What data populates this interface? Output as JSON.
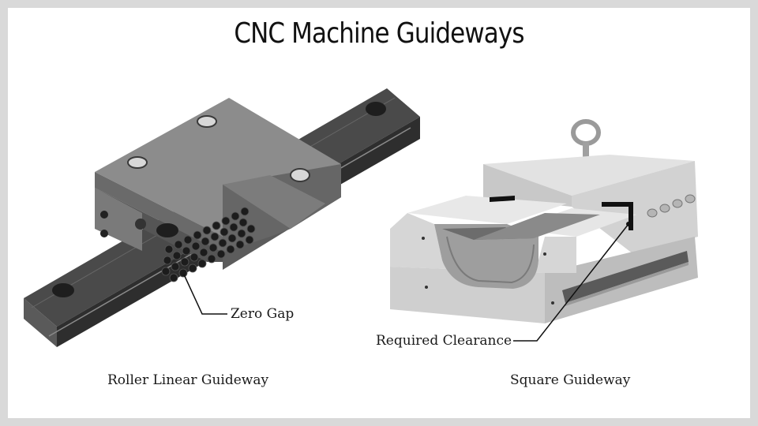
{
  "title": "CNC Machine Guideways",
  "labels": {
    "zero_gap": "Zero Gap",
    "required_clearance": "Required Clearance"
  },
  "captions": {
    "left": "Roller Linear Guideway",
    "right": "Square Guideway"
  },
  "colors": {
    "background": "#ffffff",
    "border": "#d9d9d9",
    "rail_dark": "#3f3f3f",
    "block_gray": "#6e6e6e",
    "square_light": "#e3e3e3",
    "rollers": "#1c1c1c"
  }
}
